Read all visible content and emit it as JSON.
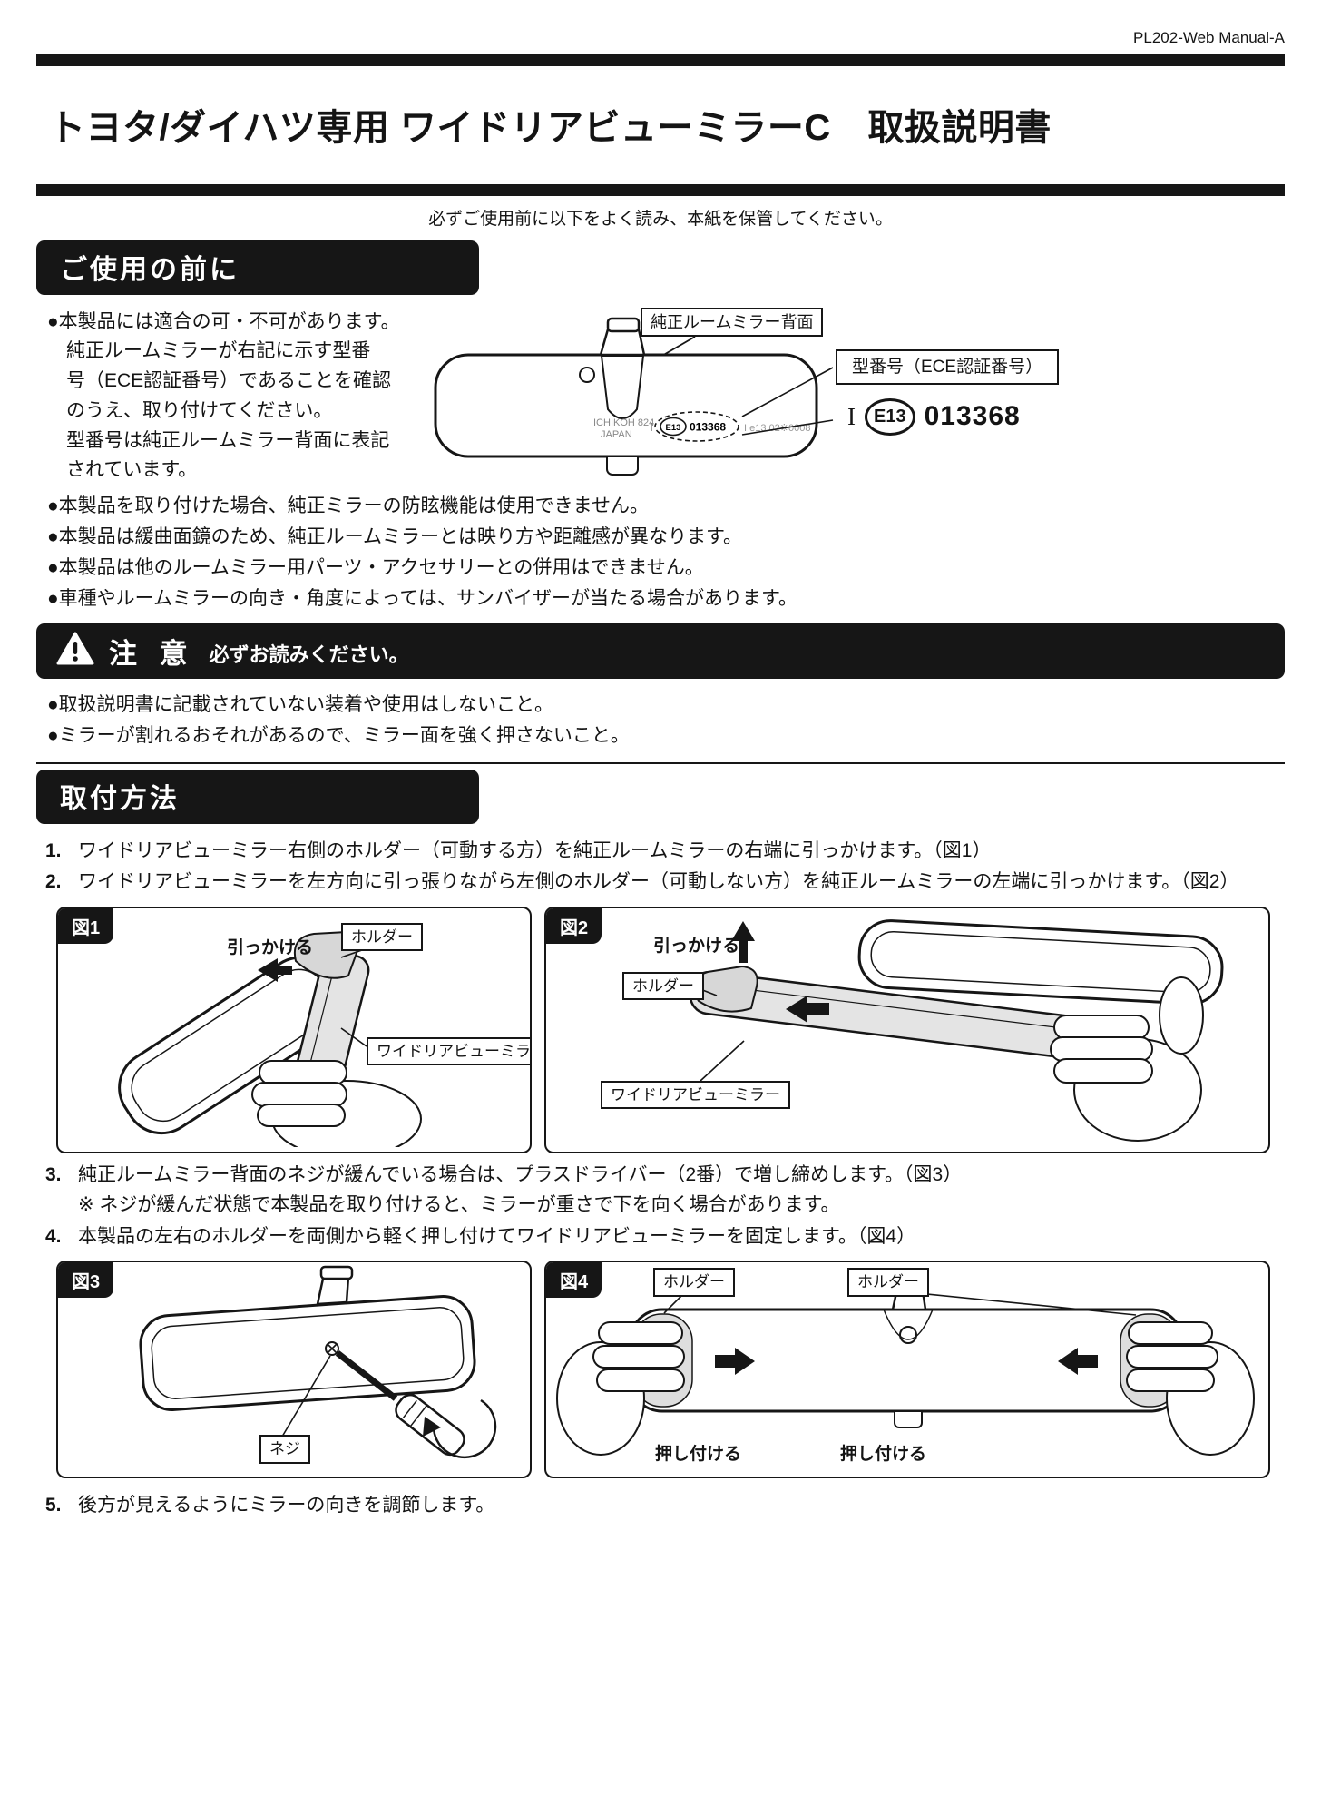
{
  "doc_code": "PL202-Web Manual-A",
  "title": "トヨタ/ダイハツ専用 ワイドリアビューミラーC　取扱説明書",
  "notice": "必ずご使用前に以下をよく読み、本紙を保管してください。",
  "before_use": {
    "header": "ご使用の前に",
    "intro_lines": [
      "●本製品には適合の可・不可があります。",
      "純正ルームミラーが右記に示す型番",
      "号（ECE認証番号）であることを確認",
      "のうえ、取り付けてください。",
      "型番号は純正ルームミラー背面に表記",
      "されています。"
    ],
    "diagram": {
      "back_label": "純正ルームミラー背面",
      "model_label": "型番号（ECE認証番号）",
      "brand_line1": "ICHIKOH 824",
      "brand_line2": "JAPAN",
      "code_prefix": "I",
      "ece_mark": "E13",
      "ece_number": "013368",
      "extra_code": "I e13 02※0008"
    },
    "bullets": [
      "●本製品を取り付けた場合、純正ミラーの防眩機能は使用できません。",
      "●本製品は緩曲面鏡のため、純正ルームミラーとは映り方や距離感が異なります。",
      "●本製品は他のルームミラー用パーツ・アクセサリーとの併用はできません。",
      "●車種やルームミラーの向き・角度によっては、サンバイザーが当たる場合があります。"
    ]
  },
  "caution": {
    "title": "注 意",
    "subtitle": "必ずお読みください。",
    "bullets": [
      "●取扱説明書に記載されていない装着や使用はしないこと。",
      "●ミラーが割れるおそれがあるので、ミラー面を強く押さないこと。"
    ]
  },
  "install": {
    "header": "取付方法",
    "steps": [
      {
        "num": "1.",
        "text": "ワイドリアビューミラー右側のホルダー（可動する方）を純正ルームミラーの右端に引っかけます。（図1）"
      },
      {
        "num": "2.",
        "text": "ワイドリアビューミラーを左方向に引っ張りながら左側のホルダー（可動しない方）を純正ルームミラーの左端に引っかけます。（図2）"
      },
      {
        "num": "3.",
        "text": "純正ルームミラー背面のネジが緩んでいる場合は、プラスドライバー（2番）で増し締めします。（図3）",
        "note": "※ ネジが緩んだ状態で本製品を取り付けると、ミラーが重さで下を向く場合があります。"
      },
      {
        "num": "4.",
        "text": "本製品の左右のホルダーを両側から軽く押し付けてワイドリアビューミラーを固定します。（図4）"
      },
      {
        "num": "5.",
        "text": "後方が見えるようにミラーの向きを調節します。"
      }
    ],
    "fig1": {
      "tab": "図1",
      "holder": "ホルダー",
      "action": "引っかける",
      "mirror": "ワイドリアビューミラー"
    },
    "fig2": {
      "tab": "図2",
      "holder": "ホルダー",
      "action": "引っかける",
      "mirror": "ワイドリアビューミラー"
    },
    "fig3": {
      "tab": "図3",
      "screw": "ネジ"
    },
    "fig4": {
      "tab": "図4",
      "holder_left": "ホルダー",
      "holder_right": "ホルダー",
      "press_left": "押し付ける",
      "press_right": "押し付ける"
    }
  }
}
